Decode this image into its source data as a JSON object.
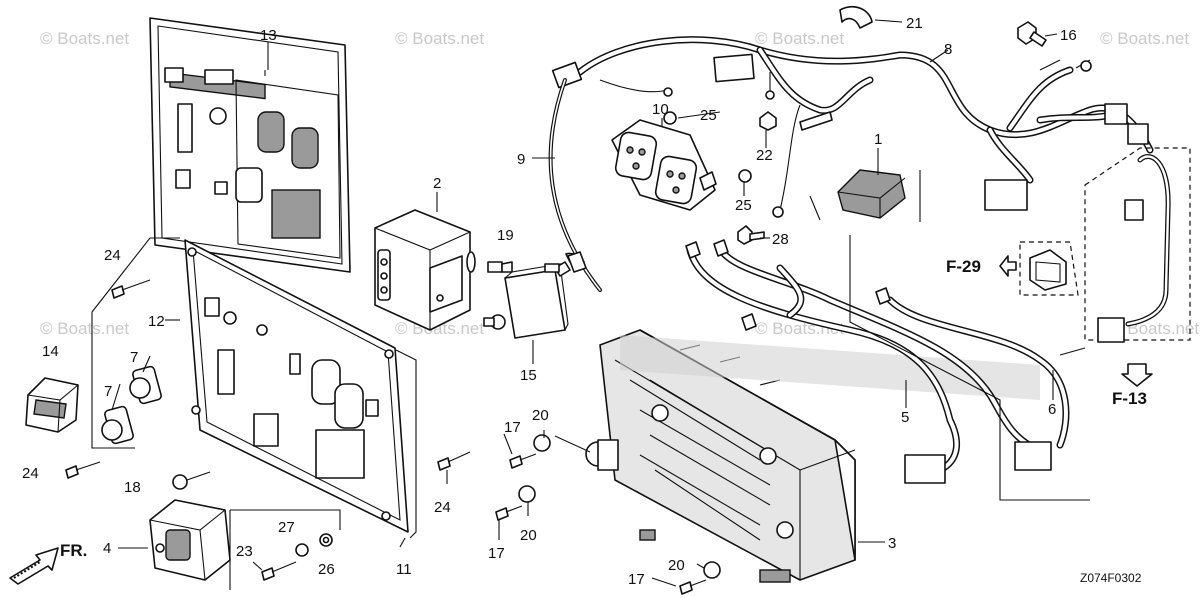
{
  "watermark": "© Boats.net",
  "diagram_code": "Z074F0302",
  "direction_label": "FR.",
  "callouts": {
    "p1": "1",
    "p2": "2",
    "p3": "3",
    "p4": "4",
    "p5": "5",
    "p6": "6",
    "p7a": "7",
    "p7b": "7",
    "p8": "8",
    "p9": "9",
    "p10": "10",
    "p11": "11",
    "p12": "12",
    "p13": "13",
    "p14": "14",
    "p15": "15",
    "p16": "16",
    "p17a": "17",
    "p17b": "17",
    "p17c": "17",
    "p18": "18",
    "p19": "19",
    "p20a": "20",
    "p20b": "20",
    "p20c": "20",
    "p21": "21",
    "p22": "22",
    "p23": "23",
    "p24a": "24",
    "p24b": "24",
    "p24c": "24",
    "p25a": "25",
    "p25b": "25",
    "p26": "26",
    "p27": "27",
    "p28": "28"
  },
  "references": {
    "f29": "F-29",
    "f13": "F-13"
  }
}
